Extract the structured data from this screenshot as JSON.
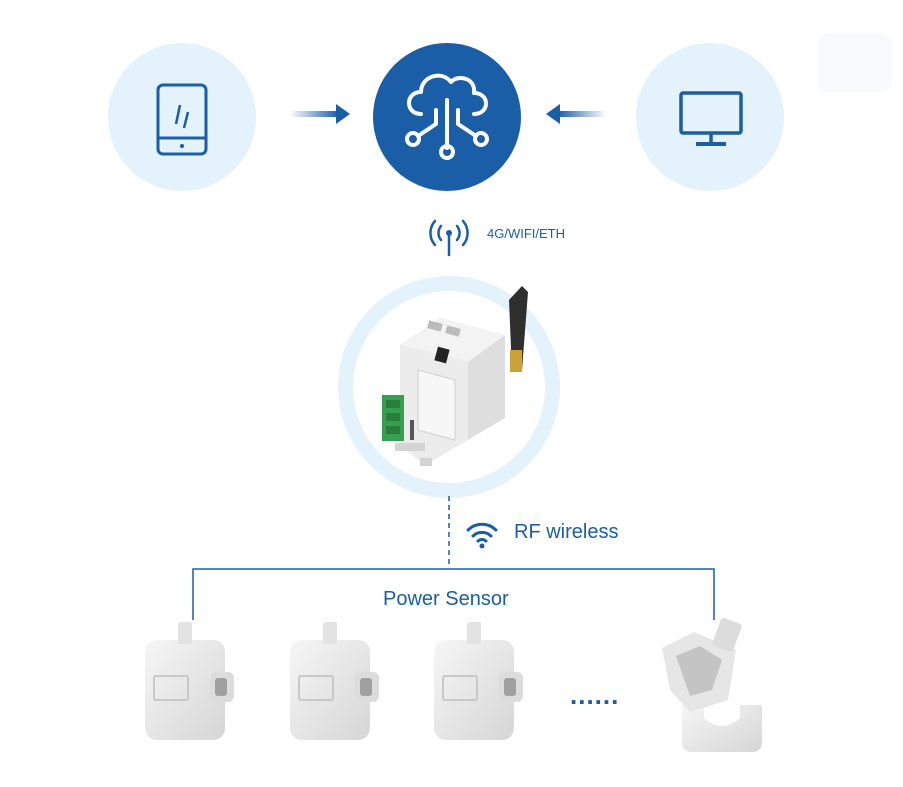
{
  "labels": {
    "network": "4G/WIFI/ETH",
    "rf": "RF wireless",
    "sensor": "Power Sensor",
    "more": "......"
  },
  "nodes": {
    "phone": "phone-icon",
    "cloud": "cloud-network-icon",
    "monitor": "monitor-icon",
    "gateway": "gateway-device",
    "antenna": "antenna-signal-icon",
    "wifi": "wifi-icon",
    "sensor": "current-transformer-sensor"
  },
  "colors": {
    "primary_blue": "#1a5ea8",
    "light_circle": "#e4f2fb",
    "device_white": "#f0f0f0"
  }
}
